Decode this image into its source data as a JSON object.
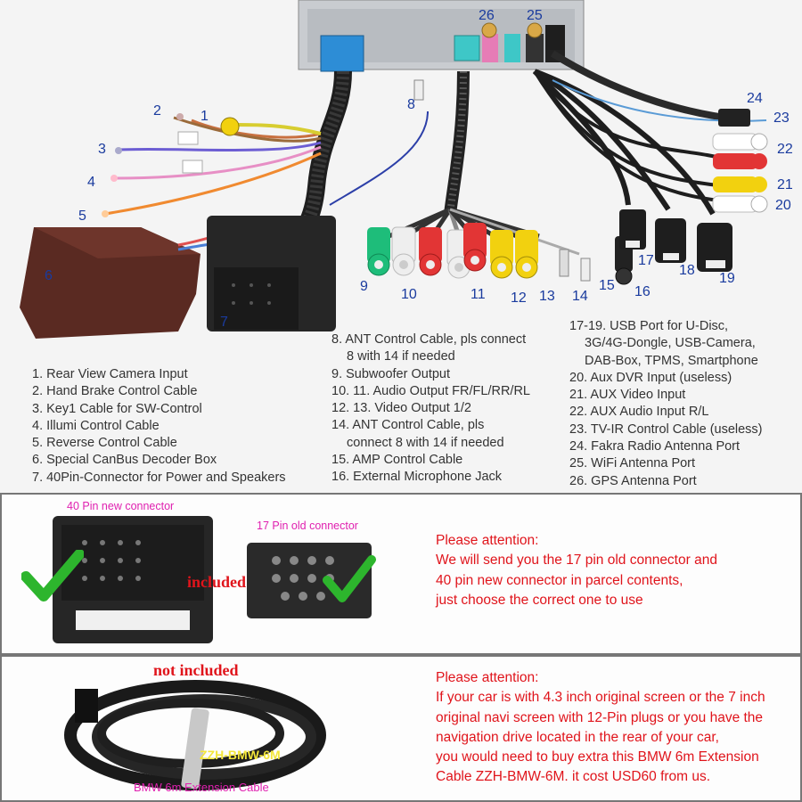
{
  "callouts": {
    "n1": "1",
    "n2": "2",
    "n3": "3",
    "n4": "4",
    "n5": "5",
    "n6": "6",
    "n7": "7",
    "n8": "8",
    "n9": "9",
    "n10": "10",
    "n11": "11",
    "n12": "12",
    "n13": "13",
    "n14": "14",
    "n15": "15",
    "n16": "16",
    "n17": "17",
    "n18": "18",
    "n19": "19",
    "n20": "20",
    "n21": "21",
    "n22": "22",
    "n23": "23",
    "n24": "24",
    "n25": "25",
    "n26": "26"
  },
  "legend_left": [
    "1. Rear View Camera Input",
    "2. Hand Brake Control Cable",
    "3. Key1 Cable for SW-Control",
    "4. Illumi Control Cable",
    "5. Reverse Control Cable",
    "6. Special CanBus Decoder Box",
    "7. 40Pin-Connector for Power and Speakers"
  ],
  "legend_mid": [
    "8. ANT Control Cable, pls connect",
    "8 with 14 if needed",
    "9. Subwoofer Output",
    "10. 11. Audio Output FR/FL/RR/RL",
    "12. 13. Video Output 1/2",
    "14. ANT Control Cable, pls",
    "connect 8 with 14 if needed",
    "15. AMP Control Cable",
    "16. External Microphone Jack"
  ],
  "legend_right": [
    "17-19. USB Port for U-Disc,",
    "3G/4G-Dongle, USB-Camera,",
    "DAB-Box, TPMS, Smartphone",
    "20. Aux DVR Input (useless)",
    "21. AUX Video Input",
    "22. AUX Audio Input R/L",
    "23. TV-IR Control Cable (useless)",
    "24. Fakra Radio Antenna Port",
    "25. WiFi Antenna Port",
    "26. GPS Antenna Port"
  ],
  "connector_section": {
    "label_40pin": "40 Pin new connector",
    "label_17pin": "17 Pin old connector",
    "included": "included",
    "note": [
      "Please attention:",
      "We will send you the 17 pin old connector and",
      "40 pin new connector in parcel contents,",
      "just choose the correct one to use"
    ]
  },
  "cable_section": {
    "not_included": "not included",
    "cable_tag": "ZZH-BMW-6M",
    "cable_caption": "BMW 6m Extension Cable",
    "note": [
      "Please attention:",
      "If your car is with 4.3 inch original screen or the 7 inch",
      "original navi screen with 12-Pin plugs or you have the",
      "navigation drive located in the rear of your car,",
      "you would need to buy extra this BMW 6m Extension",
      "Cable ZZH-BMW-6M. it cost USD60 from us."
    ]
  },
  "colors": {
    "callout_blue": "#1a3b9e",
    "note_red": "#e0141b",
    "label_pink": "#e020b0",
    "check_green": "#2db52d"
  }
}
